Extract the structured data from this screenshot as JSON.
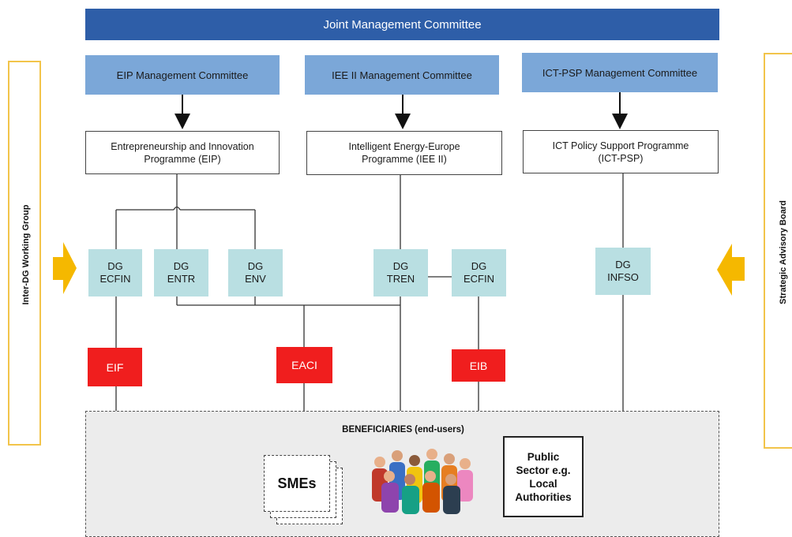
{
  "joint_committee": "Joint Management Committee",
  "management_committees": [
    "EIP Management Committee",
    "IEE II Management Committee",
    "ICT-PSP Management Committee"
  ],
  "programmes": [
    "Entrepreneurship and Innovation\nProgramme (EIP)",
    "Intelligent Energy-Europe\nProgramme (IEE II)",
    "ICT Policy Support Programme\n(ICT-PSP)"
  ],
  "dgs": [
    "DG\nECFIN",
    "DG\nENTR",
    "DG\nENV",
    "DG\nTREN",
    "DG\nECFIN",
    "DG\nINFSO"
  ],
  "bodies": [
    "EIF",
    "EACI",
    "EIB"
  ],
  "left_side_label": "Inter-DG Working Group",
  "right_side_label": "Strategic Advisory Board",
  "beneficiaries": {
    "title": "BENEFICIARIES (end-users)",
    "smes": "SMEs",
    "public_sector": "Public\nSector e.g.\nLocal\nAuthorities"
  },
  "colors": {
    "joint": "#2e5ea8",
    "management": "#7ba7d8",
    "dg": "#b9dfe2",
    "body_red": "#f01e1e",
    "side_border": "#f2c44a",
    "side_arrow": "#f5b800"
  },
  "icons": [
    "people-group-icon",
    "side-arrow-right-icon",
    "side-arrow-left-icon"
  ]
}
